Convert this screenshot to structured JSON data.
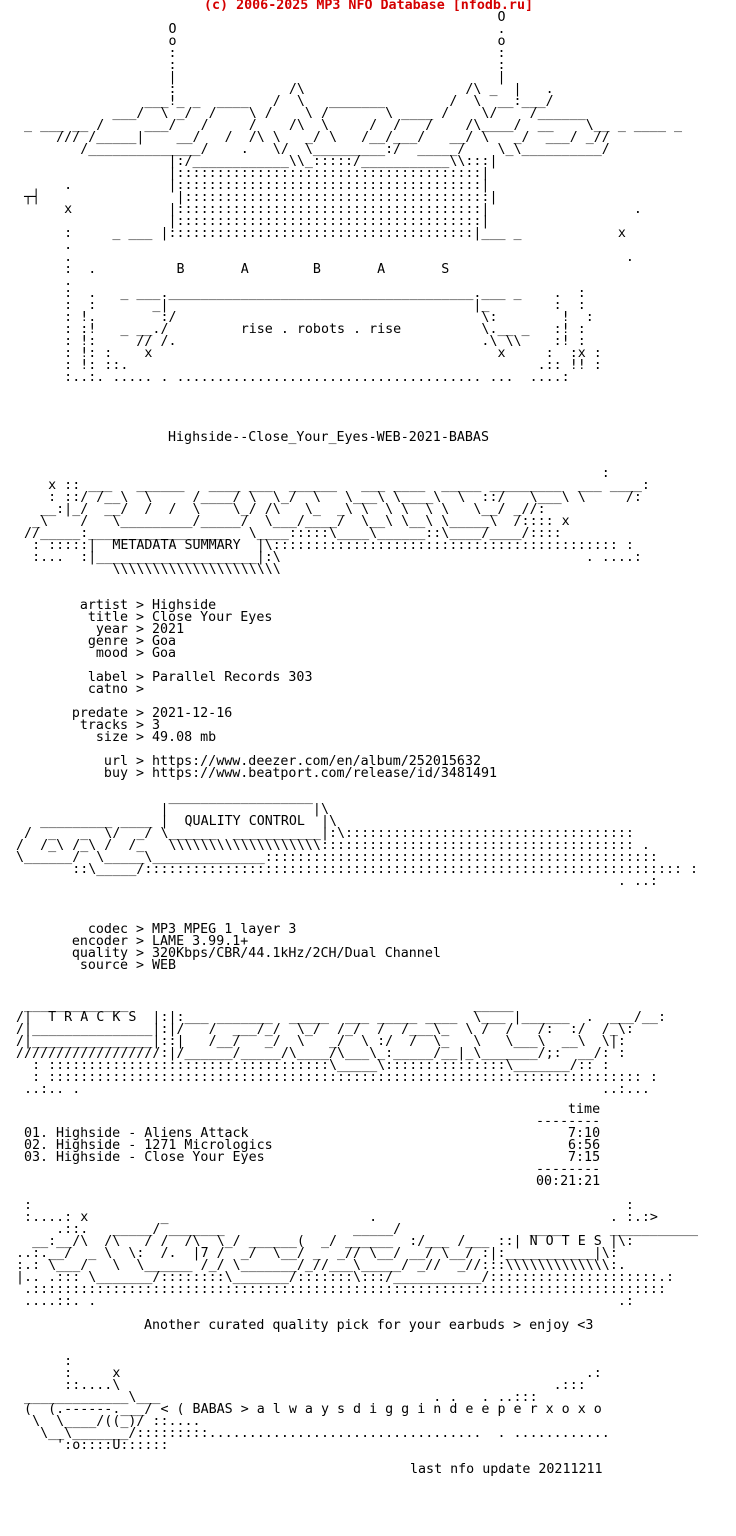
{
  "copyright": "(c) 2006-2025 MP3 NFO Database [nfodb.ru]",
  "colors": {
    "copyright": "#d40000",
    "text": "#000000",
    "background": "#ffffff"
  },
  "logo_art": [
    "                                                             O",
    "                    O                                        .",
    "                    o                                        o",
    "                    :                                        :",
    "                    :                                        :",
    "                    |                                        |",
    "                    :              /\\                    /\\ _  |   .",
    "                 ___!_ _  ____   /  \\   _______        /  \\  __:___/",
    "             ___/  \\ _/  /    \\ /    \\ /       \\ ____ /    \\/    /______",
    "  _ ___ __ /     ___/   /     /    /\\  \\     /  /   /    /\\____/  __    \\__ _ ____ _",
    "      /// /_____|    __/   /  /\\ \\   _/ \\   /__/___/   __/ \\   _/  ___/ _//",
    "         /______________/    .   \\/  \\_________:/  _____/    \\_\\__________/",
    "                    |:/____________\\\\_:::::/___________\\\\:::|",
    "                    |::::::::::::::::::::::::::::::::::::::|",
    "       .            |::::::::::::::::::::::::::::::::::::::|",
    "  ┬┤                 |::::::::::::::::::::::::::::::::::::::|",
    "       x            |::::::::::::::::::::::::::::::::::::::|                  .",
    "                    |::::::::::::::::::::::::::::::::::::::|",
    "       :     _ ___ |::::::::::::::::::::::::::::::::::::::|___ _            x",
    "       .",
    "       .                                                                     .",
    "       :  .          B       A        B       A       S",
    "       .",
    "       :  .   _ ___.______________________________________.___ _    .  :",
    "       :  :       _|                                      |_        :  :",
    "       : !.        :/                                      \\:        !  :",
    "       : :!   _ __./         rise . robots . rise          \\.__ _   :! :",
    "       : !:     // /.                                      .\\ \\\\    :! :",
    "       : !: :    x                                           x     :  :x :",
    "       : !: ::.                                                   .:: !! :",
    "       :..:. ..... . ...................................... ...  ....:"
  ],
  "release": "Highside--Close_Your_Eyes-WEB-2021-BABAS",
  "metadata_art": [
    "                                                                          :",
    "     x :: ___   ______   ____ ___  ______   ___ ____  _____ _________  ___ ____:",
    "     : ::/ /__\\  \\     /____/ \\  \\_/  \\   \\___\\ \\____\\  \\  ::/   \\___\\ \\     /:",
    "    __:|_/  __/  /  /  \\    \\_/ /\\   \\_  _\\ \\  \\ \\  \\ \\   \\__/ _//:",
    "   _\\    /   \\_________/_____/  \\___/____/  \\__\\ \\__\\ \\_____\\  /:::: x",
    "  //_____:_________________   \\____:::::\\____\\______::\\____/____/::::",
    "   : :::::|  METADATA SUMMARY  |\\::::::::::::::::::::::::::::::::::::::::::: :",
    "   :...  :|____________________|:\\                                      . ....:",
    "             \\\\\\\\\\\\\\\\\\\\\\\\\\\\\\\\\\\\\\\\\\"
  ],
  "metadata": [
    {
      "key": "artist",
      "value": "Highside"
    },
    {
      "key": "title",
      "value": "Close Your Eyes"
    },
    {
      "key": "year",
      "value": "2021"
    },
    {
      "key": "genre",
      "value": "Goa"
    },
    {
      "key": "mood",
      "value": "Goa"
    },
    {
      "key": "label",
      "value": "Parallel Records 303"
    },
    {
      "key": "catno",
      "value": ""
    },
    {
      "key": "predate",
      "value": "2021-12-16"
    },
    {
      "key": "tracks",
      "value": "3"
    },
    {
      "key": "size",
      "value": "49.08 mb"
    },
    {
      "key": "url",
      "value": "https://www.deezer.com/en/album/252015632"
    },
    {
      "key": "buy",
      "value": "https://www.beatport.com/release/id/3481491"
    }
  ],
  "quality_art": [
    "                    __________________",
    "                   |                  |\\",
    "    _________ ____ |  QUALITY CONTROL  |\\",
    "  /  _   _  \\/  _/ \\______  ___________|:\\::::::::::::::::::::::::::::::::::::",
    " /  /_\\ /_\\ /  /_   \\\\\\\\\\\\\\\\\\\\\\\\\\\\\\\\\\\\\\::::::::::::::::::::::::::::::::::::::: .",
    " \\______/  \\_____\\______________:::::::::::::::::::::::::::::::::::::::::::::::::",
    "        ::\\_____/::::::::::::::::::::::::::::::::::::::::::::::::::::::::::::::::::: :",
    "                                                                            . ..:"
  ],
  "quality": [
    {
      "key": "codec",
      "value": "MP3 MPEG 1 layer 3"
    },
    {
      "key": "encoder",
      "value": "LAME 3.99.1+"
    },
    {
      "key": "quality",
      "value": "320Kbps/CBR/44.1kHz/2CH/Dual Channel"
    },
    {
      "key": "source",
      "value": "WEB"
    }
  ],
  "tracks_art": [
    "  _____________                                           _____                   ",
    " /|  T R A C K S  |:|:___ _______  _____  ___ _____ ____  \\___ |______  .  ___/__:",
    " /|_______________|:|/   /  ___/_/  \\_/  /_/  /  /___\\_  \\ /  /   /:  :/  /_\\:",
    " /|_______________|::|   /__/   _/  \\   _/  \\ :/  /  \\_   \\   \\___\\  __\\  \\|:",
    " //////////////////:|/______/_____/\\____/\\___\\_:_____/__|_\\_______/;:  __/: :",
    "   : :::::::::::::::::::::::::::::::::::\\_____\\:::::::::::::::\\_______/:: :",
    "   : :::::::::::::::::::::::::::::::::::::::::::::::::::::::::::::::::::::::::: :",
    "  ..:.. .                                                                 ..:..."
  ],
  "tracklist": {
    "time_header": "time",
    "rule": "--------",
    "tracks": [
      {
        "num": "01.",
        "artist": "Highside",
        "title": "Aliens Attack",
        "time": "7:10"
      },
      {
        "num": "02.",
        "artist": "Highside",
        "title": "1271 Micrologics",
        "time": "6:56"
      },
      {
        "num": "03.",
        "artist": "Highside",
        "title": "Close Your Eyes",
        "time": "7:15"
      }
    ],
    "total": "00:21:21"
  },
  "notes_art": [
    "  :                                                                          :",
    "  :....: x         _                         .                             . :.:>",
    "      .::.   _____/ _______                _____/                ____      ___________",
    "   __:__/\\  /\\   / /  /\\  \\_/ ______(  _/ ______  :/___ /___ ::| N O T E S |\\:",
    " ..:.__/  _ \\  \\:  /.  |7 /  _/  \\__/ _  _// \\__/ __/ \\__/ :|:___________|\\:",
    " :.: \\___/   \\  \\______ /_/ \\_______/_//___\\_____/ _//  _//:::\\\\\\\\\\\\\\\\\\\\\\\\\\:.",
    " |.. .::: \\_______/::::::::\\_______/:::::::\\:::/___________/:::::::::::::::::::::.:",
    "  .:::::::::::::::::::::::::::::::::::::::::::::::::::::::::::::::::::::::::::::::",
    "  ....::. .                                                                 .:"
  ],
  "notes_text": "Another curated quality pick for your earbuds > enjoy <3",
  "footer_art": [
    "       :",
    "       :     x                                                          .:",
    "       ::....\\                                                      .:::",
    "  _____________\\___                                  . .   . ..:::",
    "  (  (.------.___/ < ( BABAS > a l w a y s d i g g i n d e e p e r x o x o",
    "   \\  \\____/((_)/ ::....",
    "    \\__\\_______/:::::::::..................................  . ............",
    "      ':o::::U::::::"
  ],
  "footer_tag": "last nfo update 20211211"
}
